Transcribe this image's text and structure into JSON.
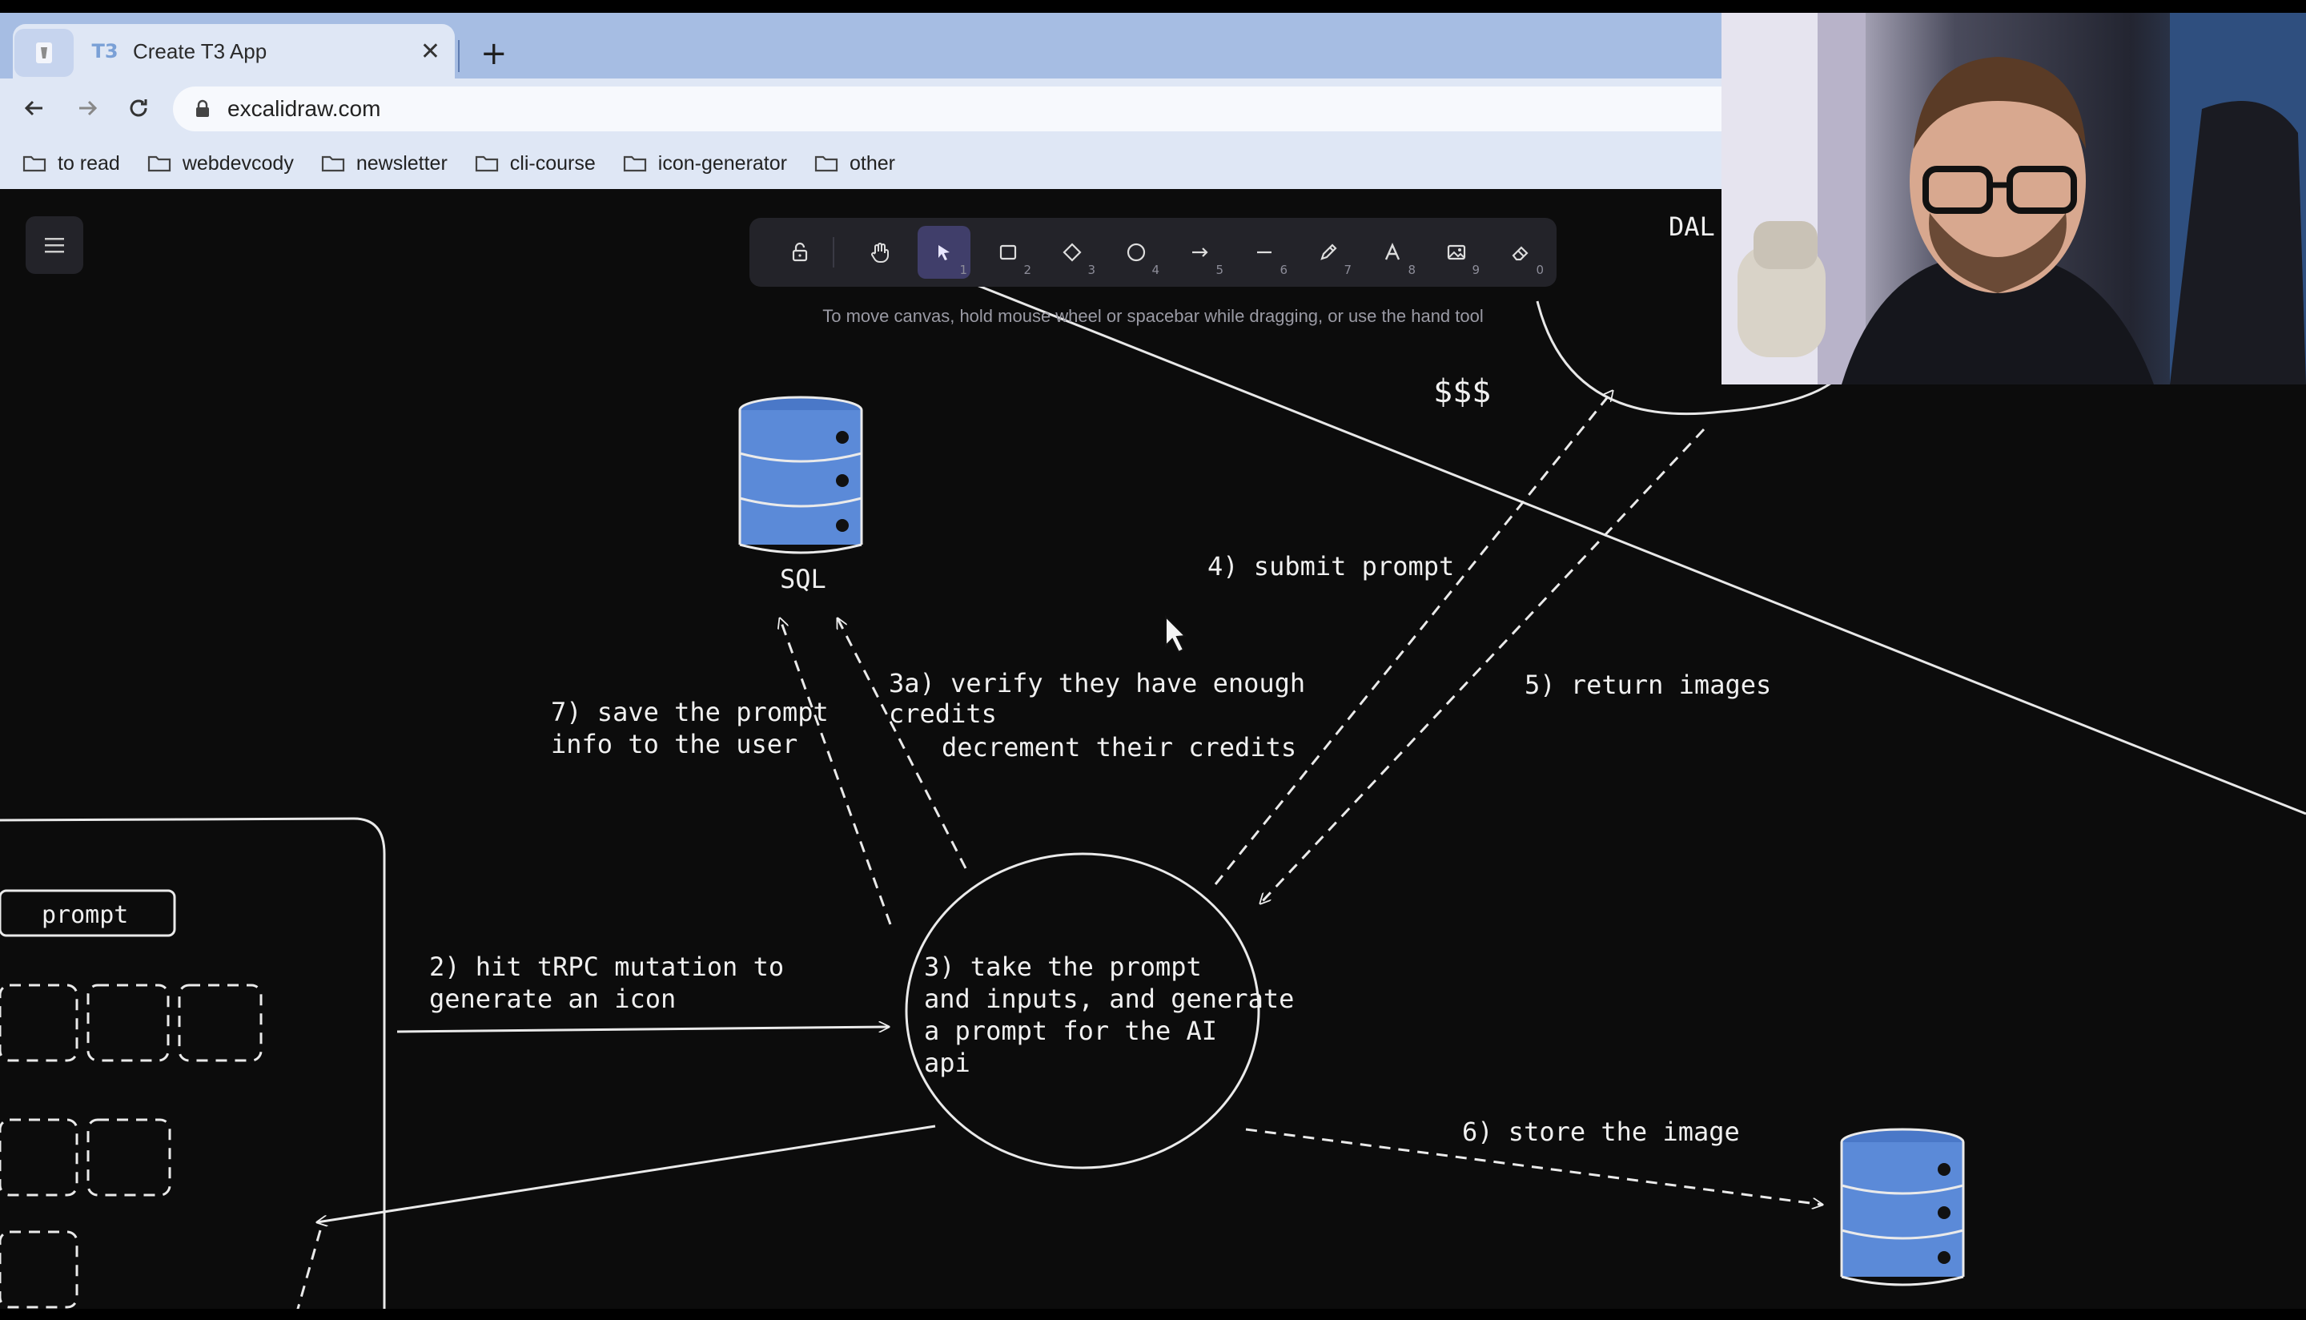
{
  "browser": {
    "tab": {
      "title": "Create T3 App",
      "favicon": "T3"
    },
    "new_tab_label": "+",
    "url": "excalidraw.com",
    "bookmarks": [
      "to read",
      "webdevcody",
      "newsletter",
      "cli-course",
      "icon-generator",
      "other"
    ]
  },
  "excalidraw": {
    "tools": [
      {
        "name": "lock",
        "num": ""
      },
      {
        "name": "hand",
        "num": ""
      },
      {
        "name": "selection",
        "num": "1"
      },
      {
        "name": "rectangle",
        "num": "2"
      },
      {
        "name": "diamond",
        "num": "3"
      },
      {
        "name": "ellipse",
        "num": "4"
      },
      {
        "name": "arrow",
        "num": "5"
      },
      {
        "name": "line",
        "num": "6"
      },
      {
        "name": "draw",
        "num": "7"
      },
      {
        "name": "text",
        "num": "8"
      },
      {
        "name": "image",
        "num": "9"
      },
      {
        "name": "eraser",
        "num": "0"
      }
    ],
    "hint": "To move canvas, hold mouse wheel or spacebar while dragging, or use the hand tool"
  },
  "diagram": {
    "sql_label": "SQL",
    "money_label": "$$$",
    "dal_label": "DAL",
    "prompt_box": "prompt",
    "step2": [
      "2) hit tRPC mutation to",
      "generate an icon"
    ],
    "step3": [
      "3) take the prompt",
      "and inputs, and generate",
      "a prompt for the AI",
      "api"
    ],
    "step3a": [
      "3a) verify they have enough",
      "credits",
      "decrement their credits"
    ],
    "step4": "4) submit prompt",
    "step5": "5) return images",
    "step6": "6) store the image",
    "step7": [
      "7) save the prompt",
      "info to the user"
    ]
  }
}
